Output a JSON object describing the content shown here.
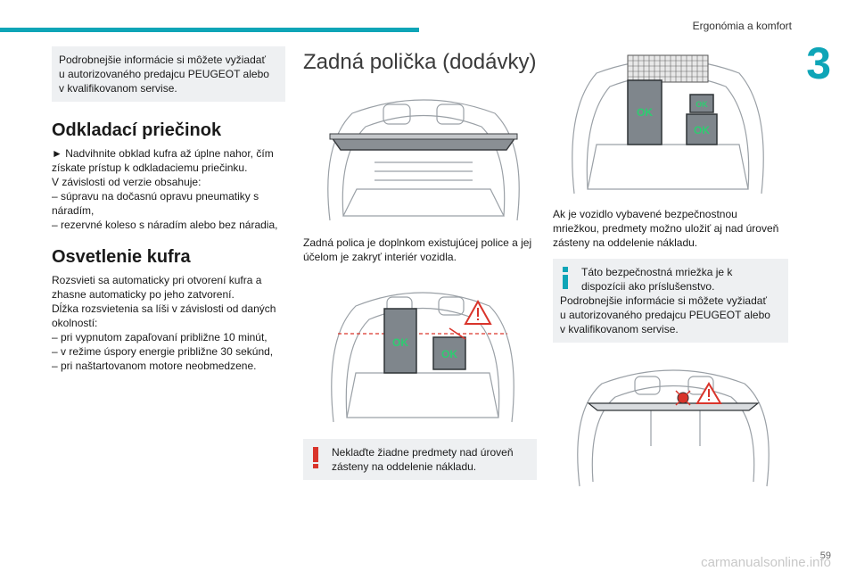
{
  "header": {
    "section_title": "Ergonómia a komfort",
    "chapter_number": "3",
    "accent_color": "#0ea5b7"
  },
  "footer": {
    "page_number": "59",
    "watermark": "carmanualsonline.info"
  },
  "col1": {
    "note_top": [
      "Podrobnejšie informácie si môžete vyžiadať",
      "u autorizovaného predajcu PEUGEOT alebo",
      "v kvalifikovanom servise."
    ],
    "odkladaci": {
      "title": "Odkladací priečinok",
      "lines": [
        "► Nadvihnite obklad kufra až úplne nahor, čím",
        "získate prístup k odkladaciemu priečinku.",
        "V závislosti od verzie obsahuje:",
        "– súpravu na dočasnú opravu pneumatiky s",
        "náradím,",
        "– rezervné koleso s náradím alebo bez náradia,"
      ]
    },
    "osvetlenie": {
      "title": "Osvetlenie kufra",
      "lines": [
        "Rozsvieti sa automaticky pri otvorení kufra a",
        "zhasne automaticky po jeho zatvorení.",
        "Dĺžka rozsvietenia sa líši v závislosti od daných",
        "okolností:",
        "– pri vypnutom zapaľovaní približne 10 minút,",
        "– v režime úspory energie približne 30 sekúnd,",
        "– pri naštartovanom motore neobmedzene."
      ]
    }
  },
  "col2": {
    "title": "Zadná polička (dodávky)",
    "body": [
      "Zadná polica je doplnkom existujúcej police a jej",
      "účelom je zakryť interiér vozidla."
    ],
    "ok_label": "OK",
    "warning": [
      "Neklaďte žiadne predmety nad úroveň",
      "zásteny na oddelenie nákladu."
    ]
  },
  "col3": {
    "ok_label": "OK",
    "body": [
      "Ak je vozidlo vybavené bezpečnostnou",
      "mriežkou, predmety možno uložiť aj nad úroveň",
      "zásteny na oddelenie nákladu."
    ],
    "info": [
      "Táto bezpečnostná mriežka je k",
      "dispozícii ako príslušenstvo.",
      "Podrobnejšie informácie si môžete vyžiadať",
      "u autorizovaného predajcu PEUGEOT alebo",
      "v kvalifikovanom servise."
    ]
  }
}
